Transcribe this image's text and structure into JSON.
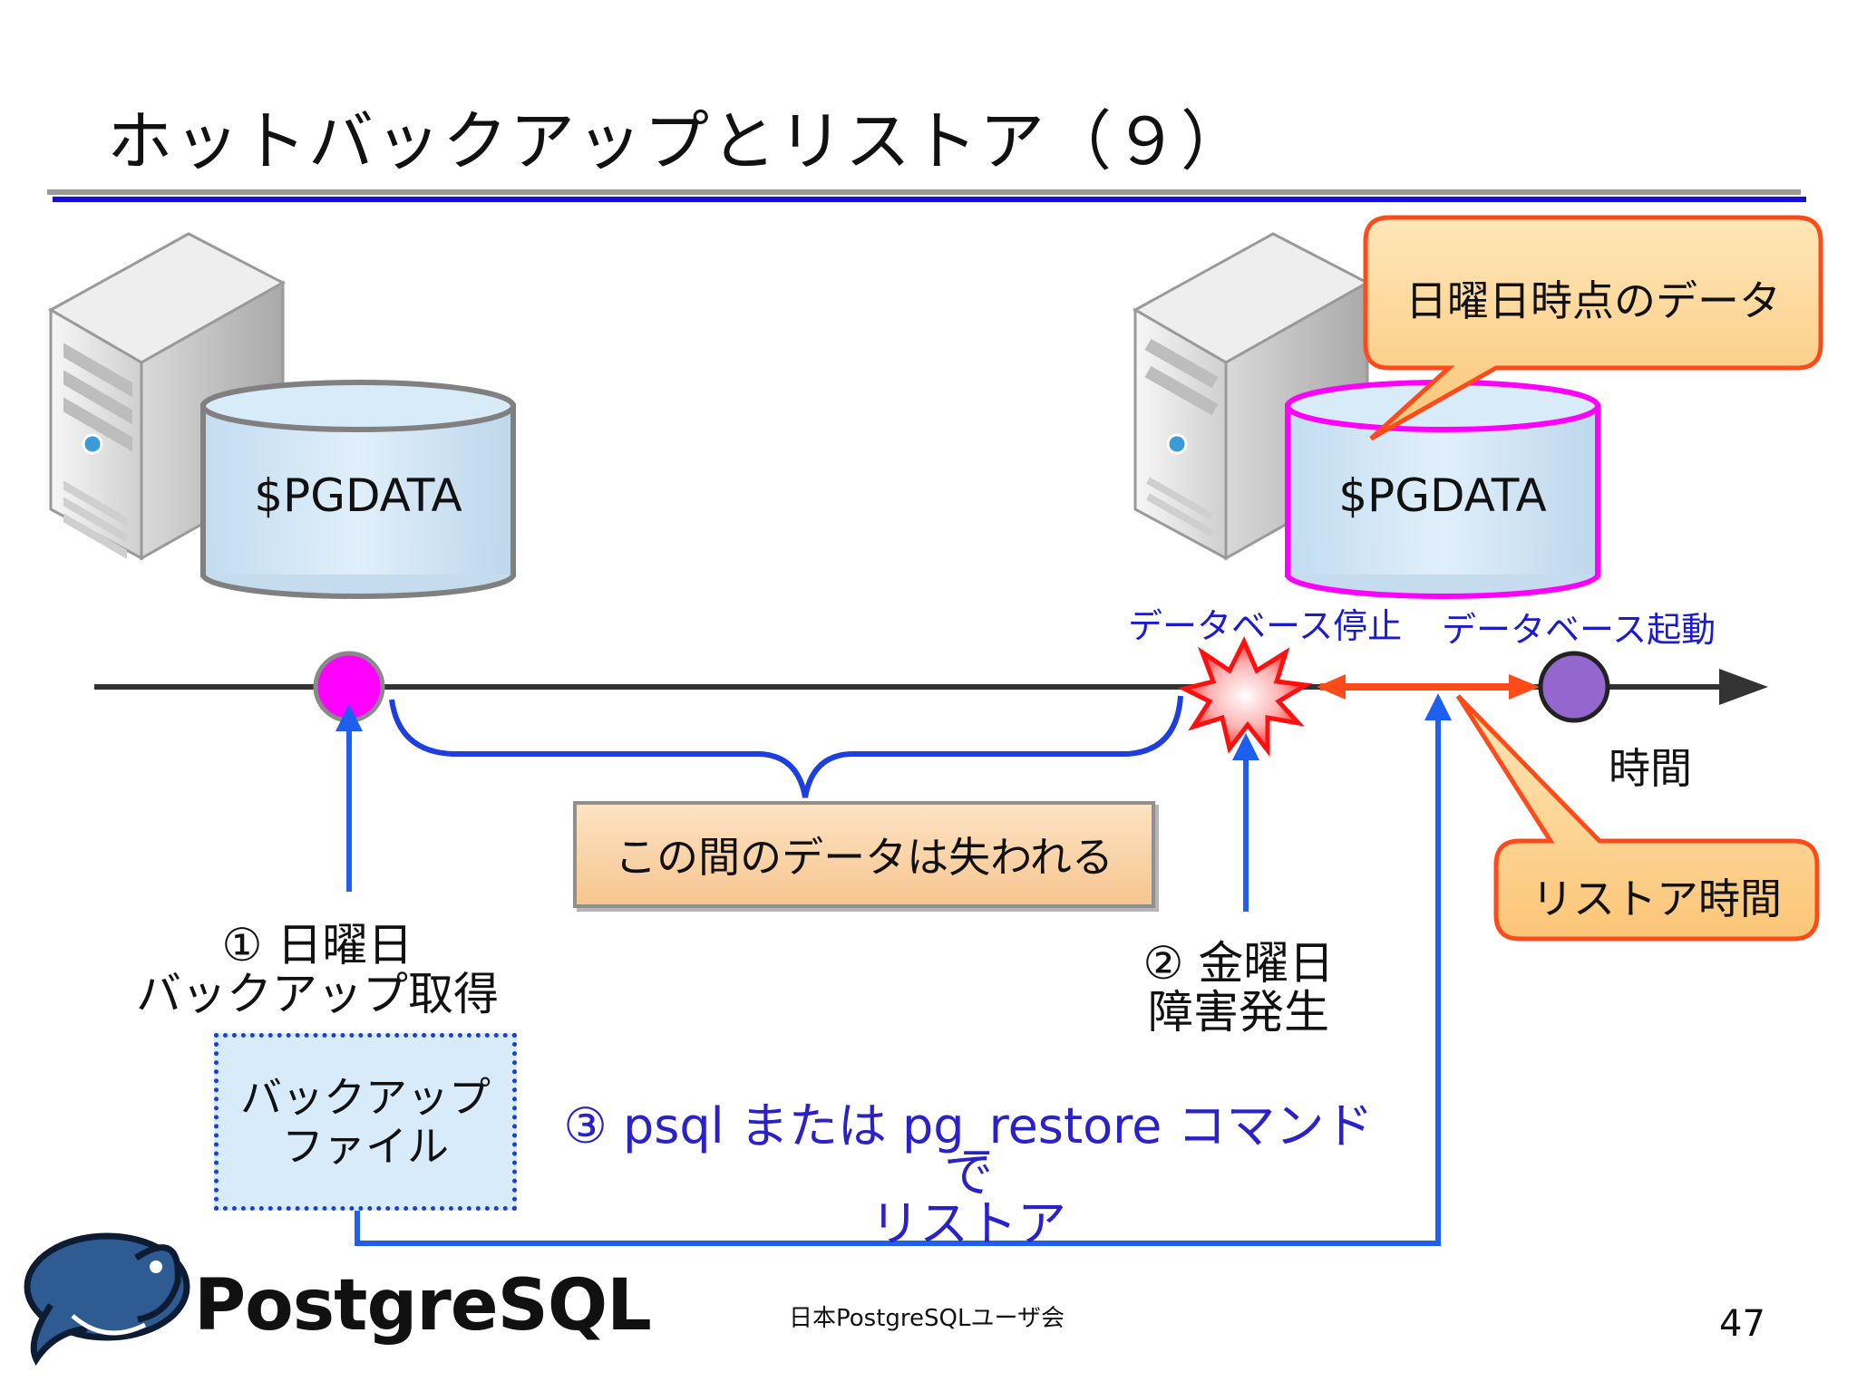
{
  "slide": {
    "title": "ホットバックアップとリストア（９）",
    "page_number": "47",
    "footer_org": "日本PostgreSQLユーザ会",
    "logo_text": "PostgreSQL"
  },
  "left_server": {
    "data_label": "$PGDATA"
  },
  "right_server": {
    "data_label": "$PGDATA"
  },
  "callouts": {
    "sunday_data": "日曜日時点のデータ",
    "restore_time": "リストア時間"
  },
  "timeline": {
    "db_stop": "データベース停止",
    "db_start": "データベース起動",
    "time_label": "時間",
    "lost_data": "この間のデータは失われる"
  },
  "steps": {
    "step1_line1": "① 日曜日",
    "step1_line2": "バックアップ取得",
    "step2_line1": "② 金曜日",
    "step2_line2": "障害発生",
    "step3_line1": "③ psql または pg_restore コマンドで",
    "step3_line2": "リストア"
  },
  "backup_file": {
    "line1": "バックアップ",
    "line2": "ファイル"
  },
  "colors": {
    "title_rule": "#1010d8",
    "arrow_blue": "#1d5ff0",
    "restore_orange": "#ff4a1a",
    "callout_fill": "#ffd596",
    "backup_point": "#ff00ff",
    "restart_point": "#9467cf",
    "step3_text": "#2a21c8"
  }
}
